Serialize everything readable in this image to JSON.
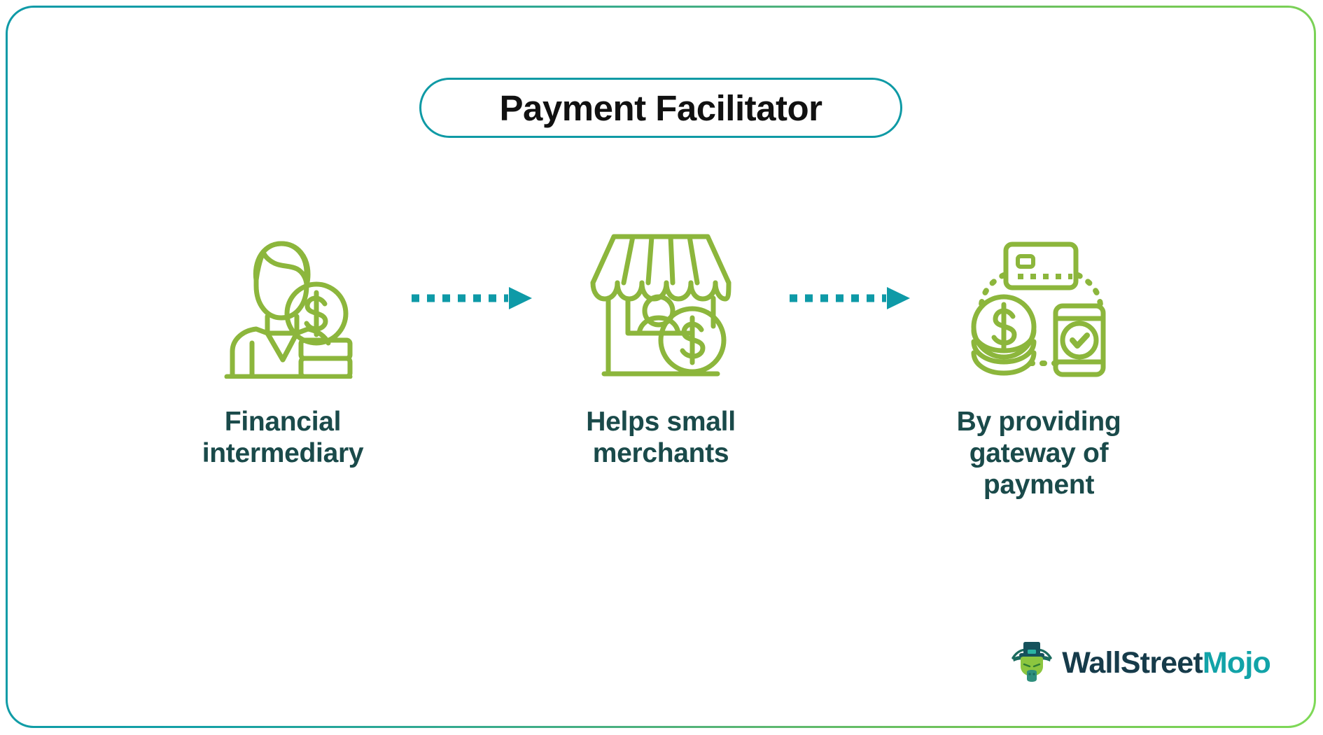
{
  "title": {
    "text": "Payment Facilitator",
    "pill_border_color": "#0f9aa5",
    "text_color": "#111111"
  },
  "theme": {
    "green": "#8cb63c",
    "teal": "#0e9aa7",
    "dark_teal_text": "#1a4a4a",
    "border_gradient_from": "#0e9aa7",
    "border_gradient_to": "#7ed957",
    "background": "#ffffff"
  },
  "steps": [
    {
      "id": "financial-intermediary",
      "icon": "businessman-with-money-icon",
      "label": "Financial\nintermediary"
    },
    {
      "id": "helps-small-merchants",
      "icon": "storefront-shop-icon",
      "label": "Helps small\nmerchants"
    },
    {
      "id": "gateway-of-payment",
      "icon": "payment-methods-icon",
      "label": "By providing\ngateway of\npayment"
    }
  ],
  "connectors": [
    {
      "id": "arrow-1",
      "icon": "dotted-arrow-right-icon",
      "color": "#0e9aa7"
    },
    {
      "id": "arrow-2",
      "icon": "dotted-arrow-right-icon",
      "color": "#0e9aa7"
    }
  ],
  "logo": {
    "icon": "wallstreetmojo-bull-icon",
    "word_primary": "WallStreet",
    "word_secondary": "Mojo",
    "color_primary": "#163b4a",
    "color_secondary": "#12a3a8"
  }
}
